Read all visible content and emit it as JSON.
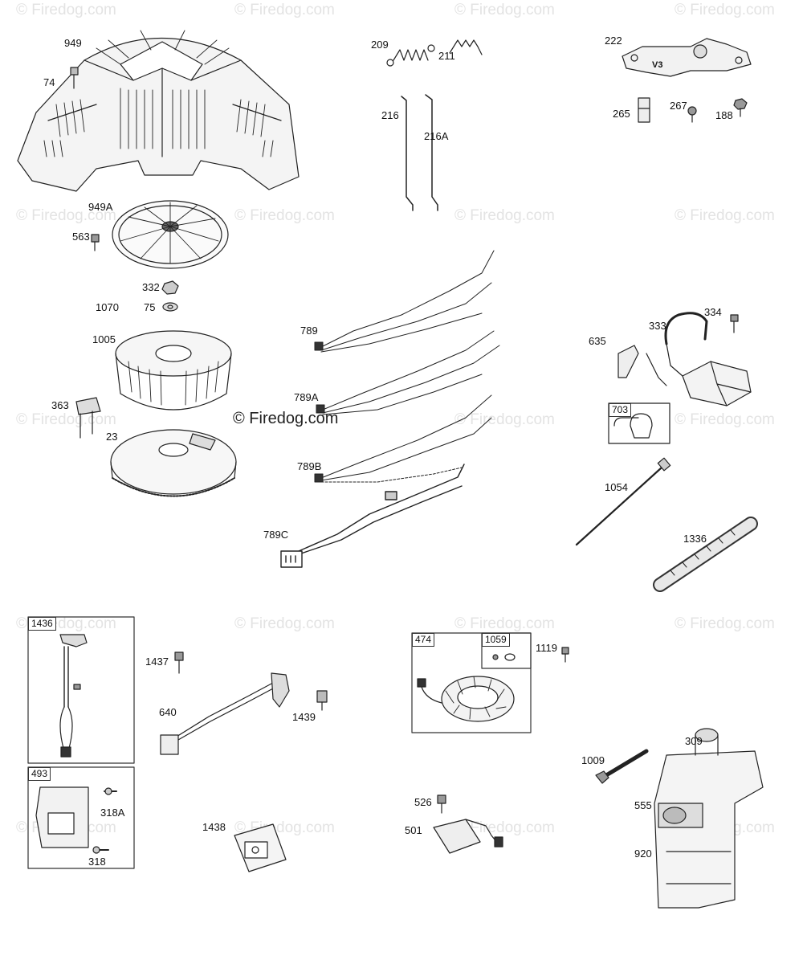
{
  "watermark": {
    "tile_text": "© Firedog.com",
    "main_text": "© Firedog.com"
  },
  "parts": {
    "p949": "949",
    "p74": "74",
    "p949A": "949A",
    "p563": "563",
    "p332": "332",
    "p1070": "1070",
    "p75": "75",
    "p1005": "1005",
    "p363": "363",
    "p23": "23",
    "p209": "209",
    "p211": "211",
    "p216": "216",
    "p216A": "216A",
    "p222": "222",
    "pV3": "V3",
    "p265": "265",
    "p267": "267",
    "p188": "188",
    "p789": "789",
    "p789A": "789A",
    "p789B": "789B",
    "p789C": "789C",
    "p334": "334",
    "p333": "333",
    "p635": "635",
    "p703": "703",
    "p1054": "1054",
    "p1336": "1336",
    "p1436": "1436",
    "p493": "493",
    "p318A": "318A",
    "p318": "318",
    "p1437": "1437",
    "p640": "640",
    "p1439": "1439",
    "p1438": "1438",
    "p474": "474",
    "p1059": "1059",
    "p1119": "1119",
    "p526": "526",
    "p501": "501",
    "p309": "309",
    "p1009": "1009",
    "p555": "555",
    "p920": "920"
  }
}
